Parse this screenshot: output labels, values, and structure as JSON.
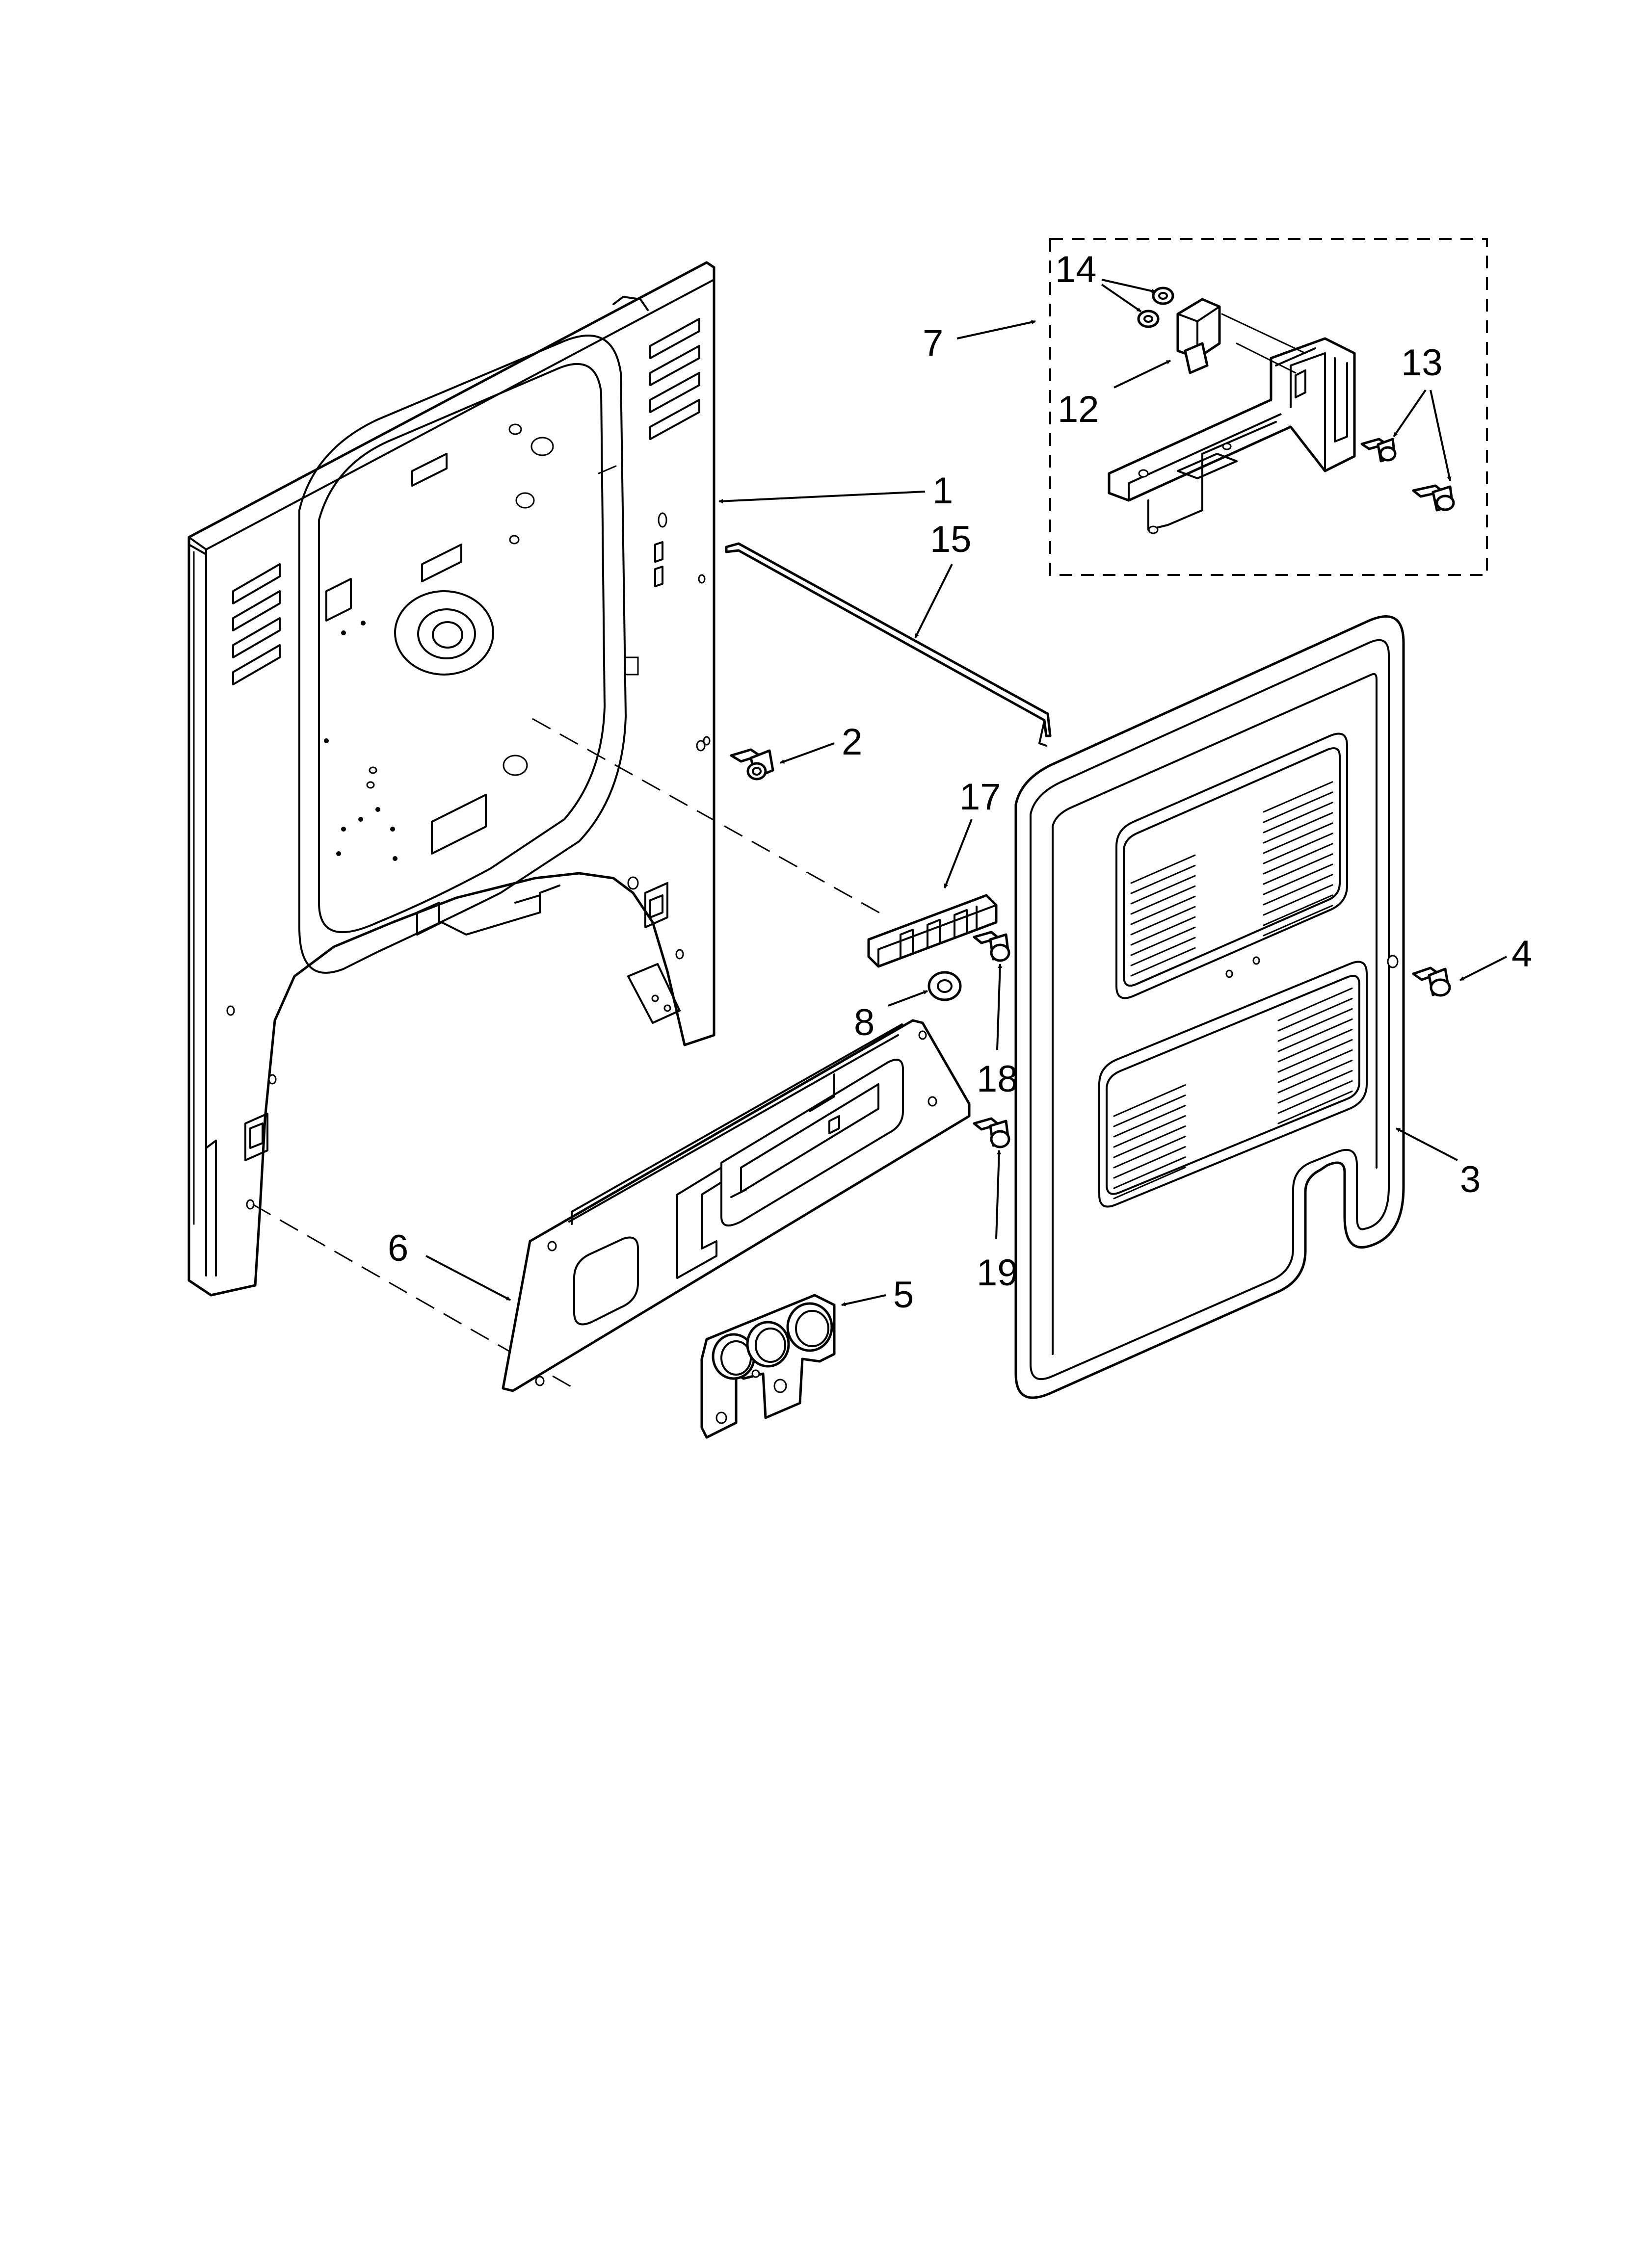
{
  "diagram": {
    "callouts": [
      {
        "id": "c1",
        "text": "1"
      },
      {
        "id": "c2",
        "text": "2"
      },
      {
        "id": "c3",
        "text": "3"
      },
      {
        "id": "c4",
        "text": "4"
      },
      {
        "id": "c5",
        "text": "5"
      },
      {
        "id": "c6",
        "text": "6"
      },
      {
        "id": "c7",
        "text": "7"
      },
      {
        "id": "c8",
        "text": "8"
      },
      {
        "id": "c12",
        "text": "12"
      },
      {
        "id": "c13",
        "text": "13"
      },
      {
        "id": "c14",
        "text": "14"
      },
      {
        "id": "c15",
        "text": "15"
      },
      {
        "id": "c17",
        "text": "17"
      },
      {
        "id": "c18",
        "text": "18"
      },
      {
        "id": "c19",
        "text": "19"
      }
    ]
  }
}
